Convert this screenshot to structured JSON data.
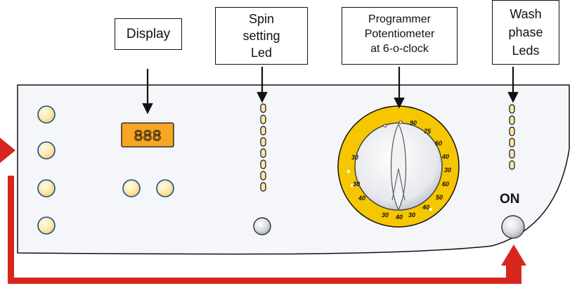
{
  "labels": {
    "display": "Display",
    "spin_setting_led": [
      "Spin",
      "setting",
      "Led"
    ],
    "programmer": [
      "Programmer",
      "Potentiometer",
      "at 6-o-clock"
    ],
    "wash_phase_leds": [
      "Wash",
      "phase",
      "Leds"
    ]
  },
  "display_digits": "888",
  "on_label": "ON",
  "dial_numbers": [
    "90",
    "75",
    "60",
    "40",
    "30",
    "60",
    "50",
    "40",
    "30",
    "40",
    "30",
    "40",
    "30",
    "30"
  ],
  "colors": {
    "panel_fill": "#f4f6fa",
    "button_fill": "#fde9a8",
    "button_edge": "#1a4f8a",
    "dial_ring": "#f6c600",
    "arrow_red": "#d7261e",
    "display_orange": "#f6a623"
  }
}
